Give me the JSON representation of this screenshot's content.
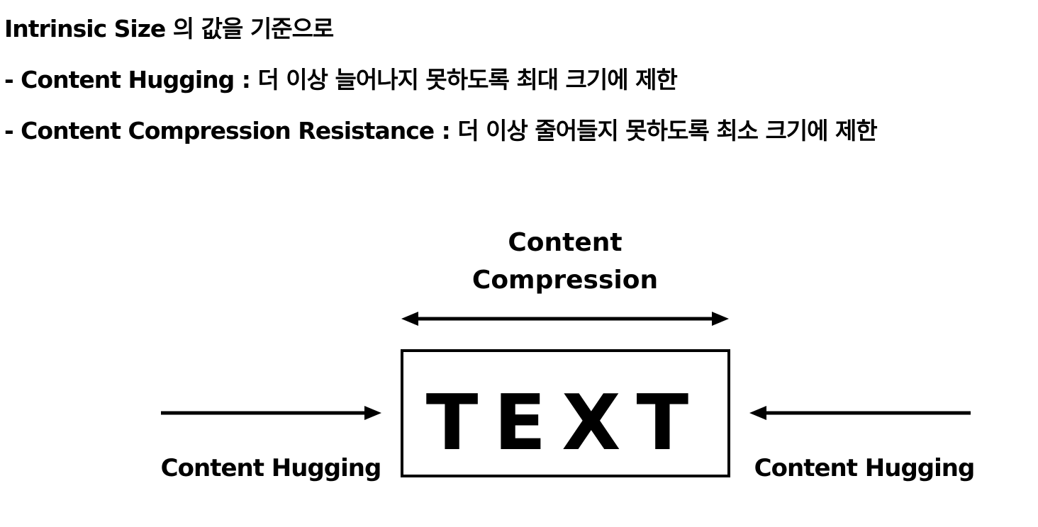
{
  "description": {
    "line1": "Intrinsic Size 의 값을 기준으로",
    "line2": "- Content Hugging : 더 이상 늘어나지 못하도록 최대 크기에 제한",
    "line3": "- Content Compression Resistance : 더 이상 줄어들지 못하도록 최소 크기에 제한"
  },
  "diagram": {
    "box_text": "TEXT",
    "compression_label_line1": "Content",
    "compression_label_line2": "Compression",
    "left_label": "Content Hugging",
    "right_label": "Content Hugging"
  }
}
